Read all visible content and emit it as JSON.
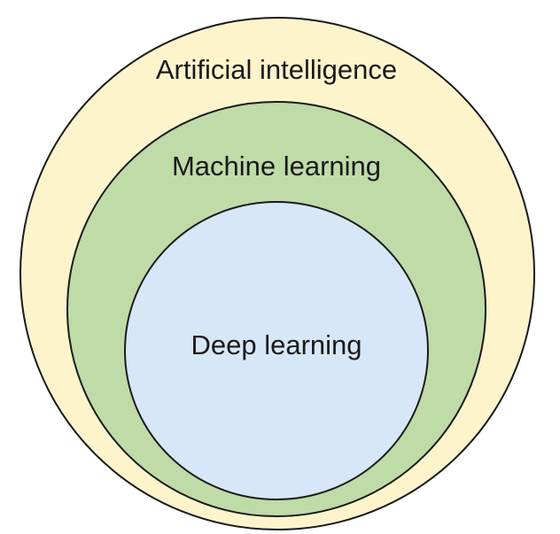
{
  "diagram": {
    "outer": {
      "label": "Artificial intelligence",
      "fill": "#fdf4cc"
    },
    "middle": {
      "label": "Machine learning",
      "fill": "#bfdba8"
    },
    "inner": {
      "label": "Deep learning",
      "fill": "#d6e7f7"
    },
    "stroke": "#1a1a1a"
  }
}
